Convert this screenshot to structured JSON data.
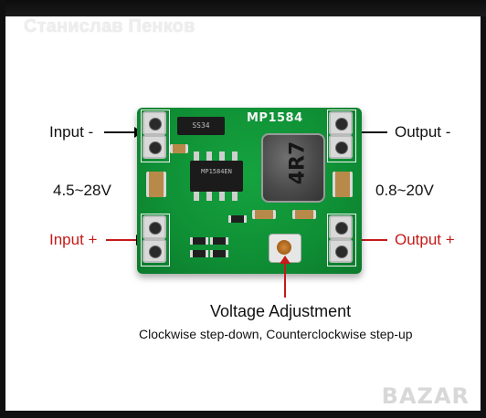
{
  "watermark": "Станислав Пенков",
  "board": {
    "title": "MP1584",
    "inductor_marking": "4R7",
    "chip_marking": "MP1584EN"
  },
  "labels": {
    "input_minus": "Input -",
    "input_voltage": "4.5~28V",
    "input_plus": "Input +",
    "output_minus": "Output -",
    "output_voltage": "0.8~20V",
    "output_plus": "Output +",
    "adjust_title": "Voltage Adjustment",
    "adjust_desc": "Clockwise step-down, Counterclockwise step-up"
  },
  "logo": "BAZAR",
  "colors": {
    "positive": "#c41a1a",
    "negative": "#111111",
    "pcb": "#0f8f35"
  }
}
